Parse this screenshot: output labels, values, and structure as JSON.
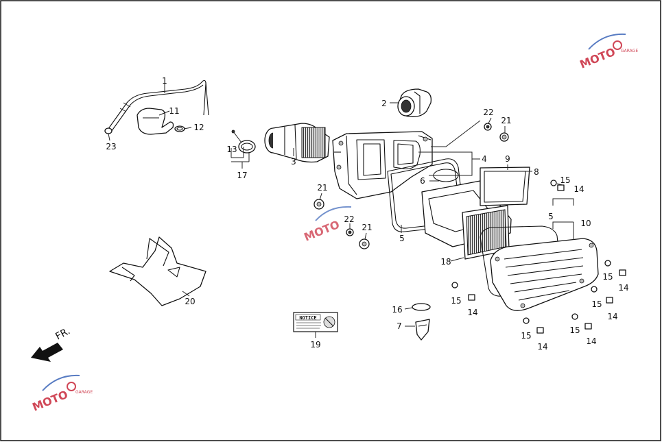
{
  "diagram": {
    "front_label": "FR.",
    "watermark": {
      "text": "MOTO",
      "subtext": "GARAGE",
      "accent": "#c8283a",
      "secondary": "#3a64b8"
    },
    "notice_label": {
      "title": "NOTICE"
    },
    "callouts": [
      {
        "id": "c1",
        "text": "1"
      },
      {
        "id": "c2",
        "text": "2"
      },
      {
        "id": "c3",
        "text": "3"
      },
      {
        "id": "c4",
        "text": "4"
      },
      {
        "id": "c5a",
        "text": "5"
      },
      {
        "id": "c5b",
        "text": "5"
      },
      {
        "id": "c6",
        "text": "6"
      },
      {
        "id": "c7",
        "text": "7"
      },
      {
        "id": "c8",
        "text": "8"
      },
      {
        "id": "c9",
        "text": "9"
      },
      {
        "id": "c10",
        "text": "10"
      },
      {
        "id": "c11",
        "text": "11"
      },
      {
        "id": "c12",
        "text": "12"
      },
      {
        "id": "c13",
        "text": "13"
      },
      {
        "id": "c14a",
        "text": "14"
      },
      {
        "id": "c14b",
        "text": "14"
      },
      {
        "id": "c14c",
        "text": "14"
      },
      {
        "id": "c14d",
        "text": "14"
      },
      {
        "id": "c14e",
        "text": "14"
      },
      {
        "id": "c14f",
        "text": "14"
      },
      {
        "id": "c15a",
        "text": "15"
      },
      {
        "id": "c15b",
        "text": "15"
      },
      {
        "id": "c15c",
        "text": "15"
      },
      {
        "id": "c15d",
        "text": "15"
      },
      {
        "id": "c15e",
        "text": "15"
      },
      {
        "id": "c15f",
        "text": "15"
      },
      {
        "id": "c16",
        "text": "16"
      },
      {
        "id": "c17",
        "text": "17"
      },
      {
        "id": "c18",
        "text": "18"
      },
      {
        "id": "c19",
        "text": "19"
      },
      {
        "id": "c20",
        "text": "20"
      },
      {
        "id": "c21a",
        "text": "21"
      },
      {
        "id": "c21b",
        "text": "21"
      },
      {
        "id": "c21c",
        "text": "21"
      },
      {
        "id": "c22a",
        "text": "22"
      },
      {
        "id": "c22b",
        "text": "22"
      },
      {
        "id": "c23",
        "text": "23"
      }
    ]
  }
}
